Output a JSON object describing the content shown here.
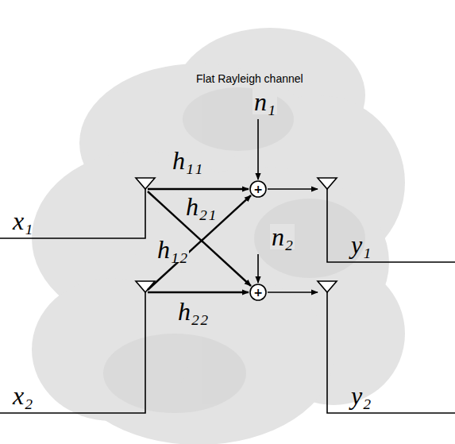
{
  "diagram": {
    "nodes": [
      {
        "text": [
          "+"
        ]
      },
      {
        "text": [
          "+"
        ]
      }
    ],
    "labels": [
      "Flat Rayleigh channel",
      "n₁",
      "h₁₁",
      "h₂₁",
      "x₁",
      "h₁₂",
      "n₂",
      "y₁",
      "h₂₂",
      "x₂",
      "y₂"
    ]
  }
}
